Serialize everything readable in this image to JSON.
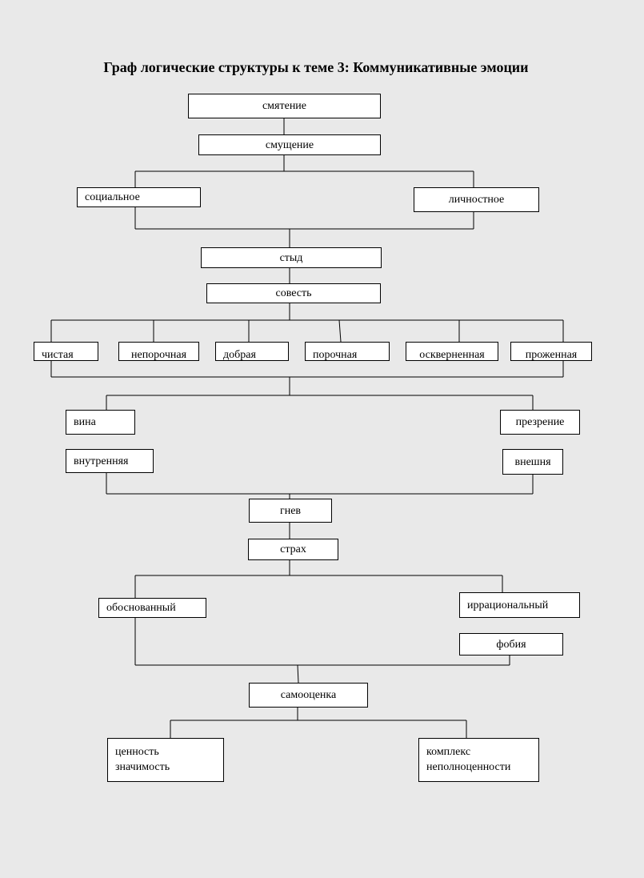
{
  "title": "Граф логические структуры к теме 3: Коммуникативные эмоции",
  "nodes": {
    "smyatenie": "смятение",
    "smushchenie": "смущение",
    "socialnoe": "социальное",
    "lichnostnoe": "личностное",
    "styd": "стыд",
    "sovest": "совесть",
    "chistaya": "чистая",
    "neporochnaya": "непорочная",
    "dobraya": "добрая",
    "porochnaya": "порочная",
    "oskvernennaya": "оскверненная",
    "prozhennaya": "проженная",
    "vina": "вина",
    "vnutrennyaya": "внутренняя",
    "prezrenie": "презрение",
    "vneshnya": "внешня",
    "gnev": "гнев",
    "strakh": "страх",
    "obosnovanny": "обоснованный",
    "irratsionalny": "иррациональный",
    "fobiya": "фобия",
    "samootsenka": "самооценка",
    "tsennost": "ценность\nзначимость",
    "kompleks": "комплекс\nнеполноценности"
  }
}
